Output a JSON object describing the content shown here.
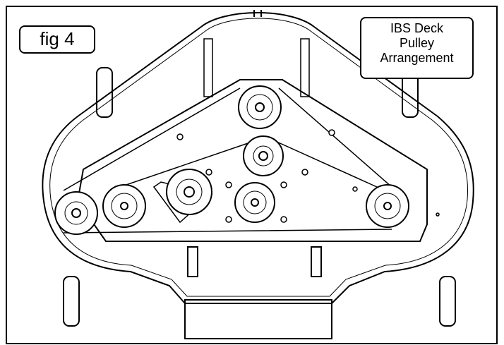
{
  "figure": {
    "label": "fig 4",
    "title_lines": [
      "IBS Deck",
      "Pulley",
      "Arrangement"
    ]
  }
}
